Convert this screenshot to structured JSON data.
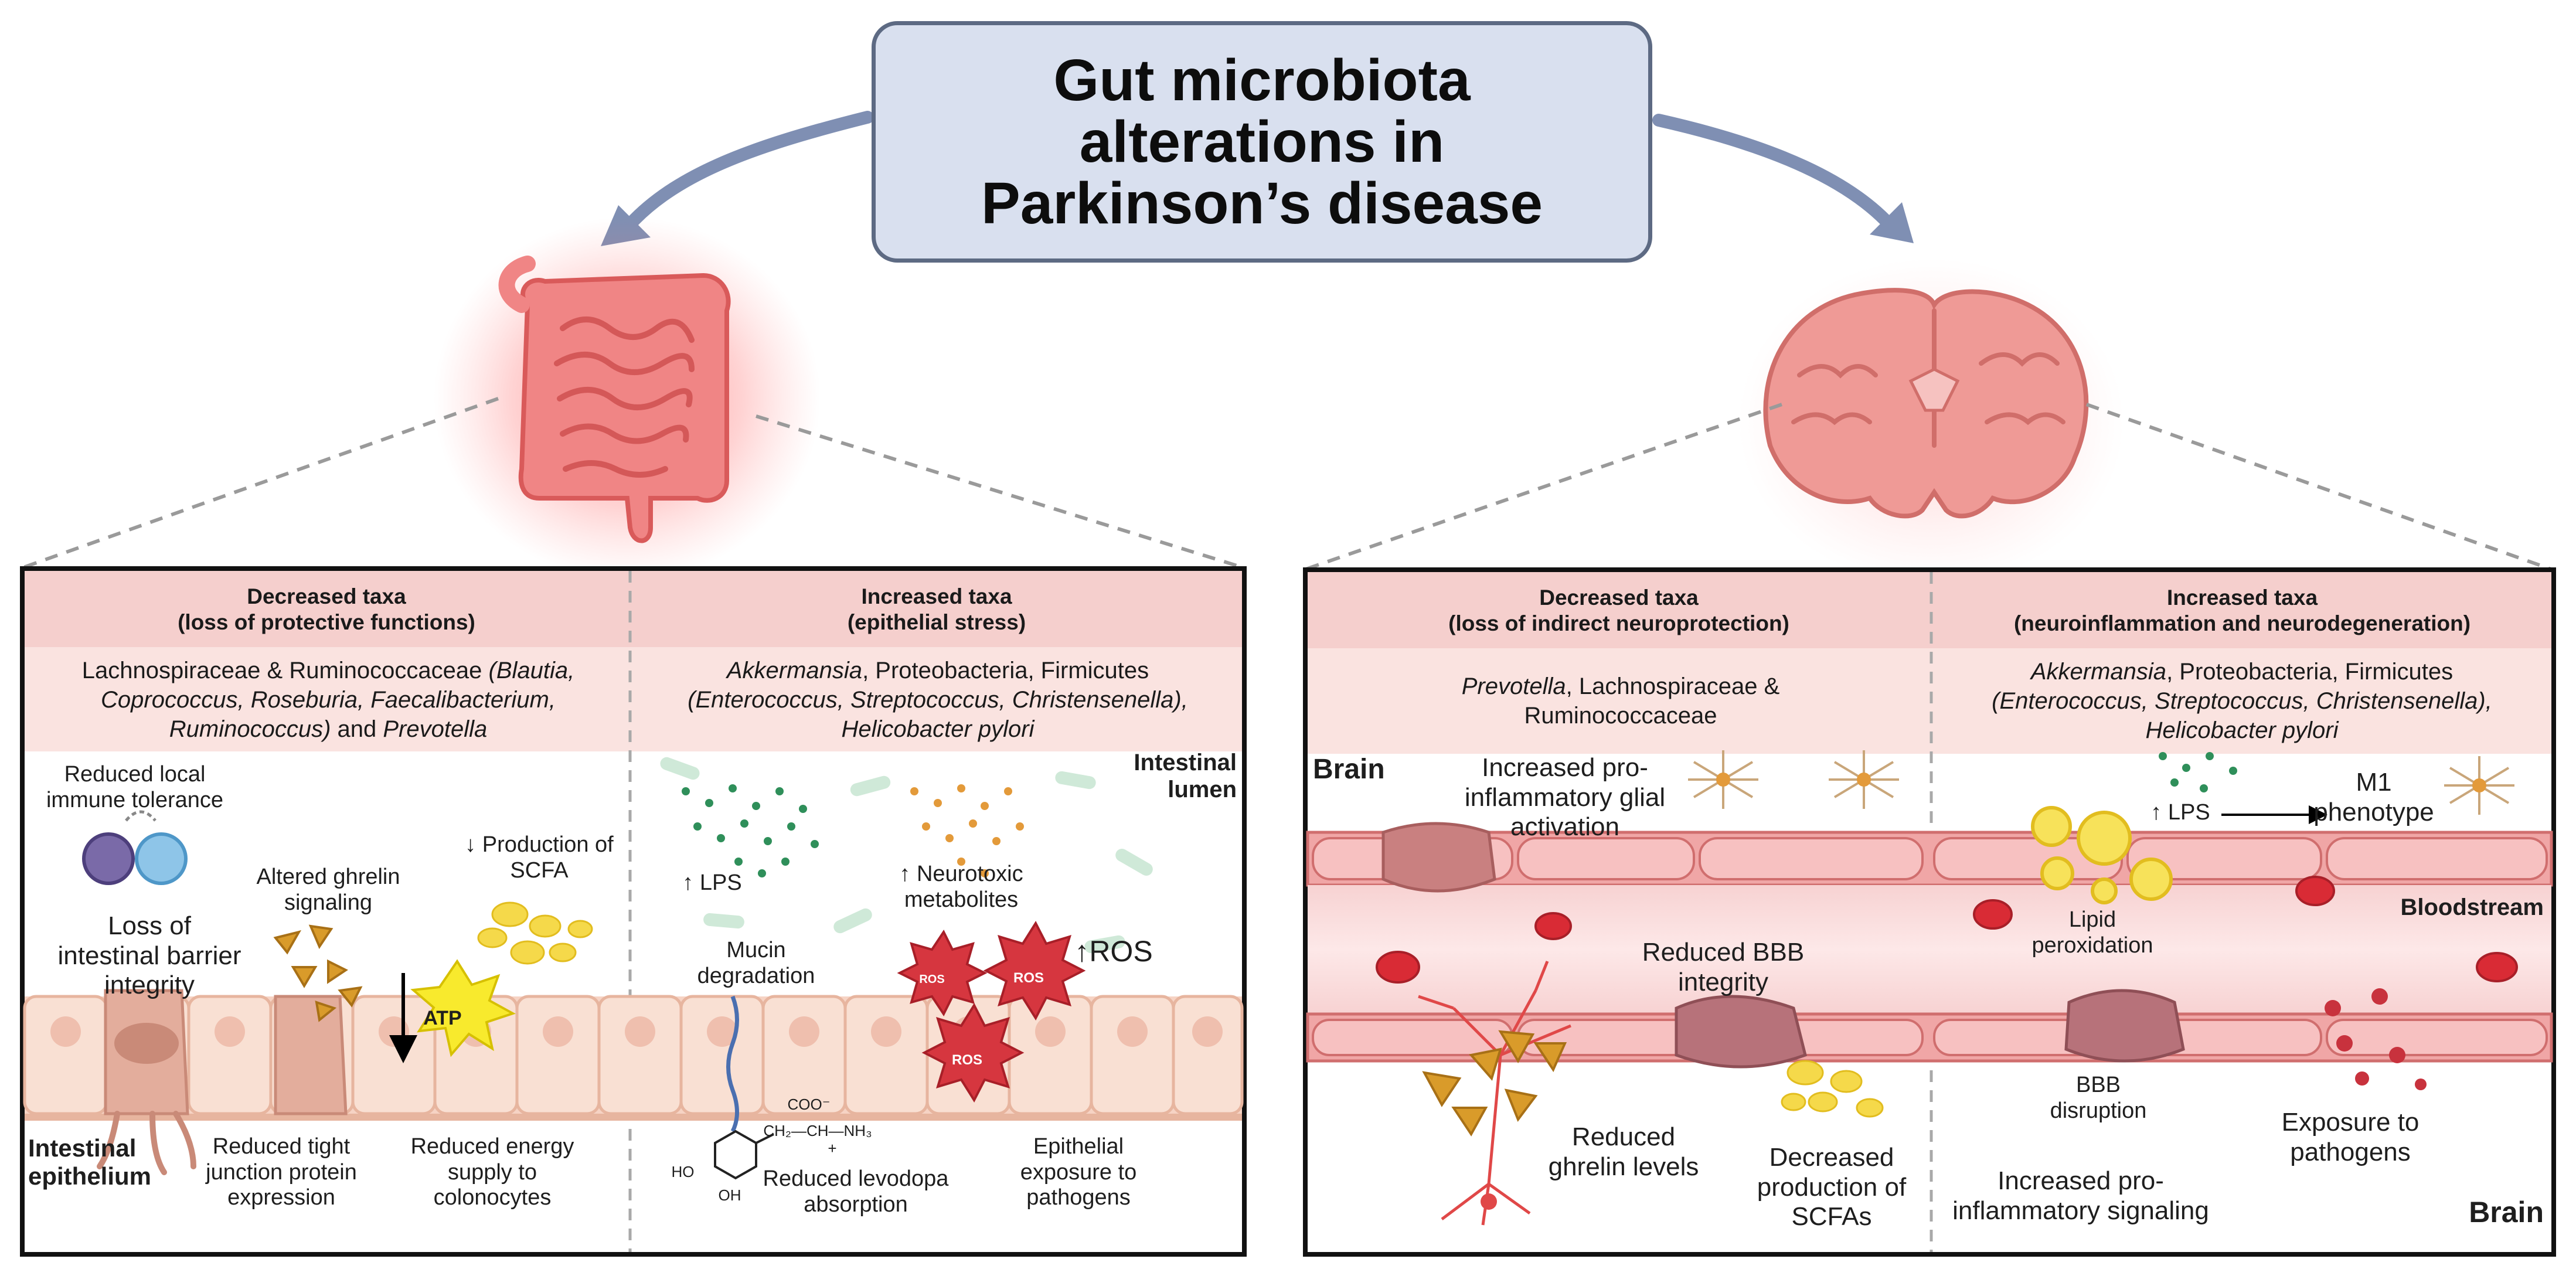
{
  "title": "Gut microbiota\nalterations in\nParkinson’s disease",
  "colors": {
    "accent_blue": "#7f8fb3",
    "header_pink": "#f5cfcd",
    "taxa_pink": "#fae3e0",
    "tissue_red": "#e88c8c",
    "ros_red": "#d6363f",
    "gut_glow": "#ff3b3b",
    "brain_pink": "#e9908b"
  },
  "gut_panel": {
    "decreased": {
      "title": "Decreased taxa",
      "subtitle": "(loss of protective functions)",
      "taxa": {
        "p1": "Lachnospiraceae & Ruminococcaceae ",
        "i1": "(Blautia,",
        "i2": "Coprococcus, Roseburia, Faecalibacterium,",
        "i3": "Ruminococcus)",
        "p2": " and ",
        "i4": "Prevotella"
      }
    },
    "increased": {
      "title": "Increased taxa",
      "subtitle": "(epithelial stress)",
      "taxa": {
        "i1": "Akkermansia",
        "p1": ", Proteobacteria, Firmicutes",
        "i2": "(Enterococcus, Streptococcus, Christensenella),",
        "i3": "Helicobacter pylori"
      }
    },
    "labels": {
      "immune": "Reduced local\nimmune tolerance",
      "barrier": "Loss of\nintestinal barrier\nintegrity",
      "ghrelin": "Altered ghrelin\nsignaling",
      "scfa": "↓ Production of\nSCFA",
      "atp": "ATP",
      "lps": "↑  LPS",
      "neurotoxic": "↑ Neurotoxic\nmetabolites",
      "lumen": "Intestinal\nlumen",
      "mucin": "Mucin\ndegradation",
      "ros_up": "↑ROS",
      "ros": "ROS",
      "coo": "COO⁻",
      "chain": "CH₂—CH—NH₃",
      "plus": "+",
      "oh": "HO",
      "oh2": "OH",
      "epithelium": "Intestinal\nepithelium",
      "tight_junction": "Reduced tight\njunction protein\nexpression",
      "energy": "Reduced energy\nsupply to\ncolonocytes",
      "levodopa": "Reduced levodopa\nabsorption",
      "exposure": "Epithelial\nexposure to\npathogens"
    }
  },
  "brain_panel": {
    "decreased": {
      "title": "Decreased taxa",
      "subtitle": "(loss of indirect neuroprotection)",
      "taxa": {
        "i1": "Prevotella",
        "p1": ", Lachnospiraceae &",
        "p2": "Ruminococcaceae"
      }
    },
    "increased": {
      "title": "Increased taxa",
      "subtitle": "(neuroinflammation and neurodegeneration)",
      "taxa": {
        "i1": "Akkermansia",
        "p1": ", Proteobacteria, Firmicutes",
        "i2": "(Enterococcus, Streptococcus, Christensenella),",
        "i3": "Helicobacter pylori"
      }
    },
    "labels": {
      "brain_top": "Brain",
      "glial": "Increased pro-\ninflammatory glial\nactivation",
      "lps": "↑  LPS",
      "m1": "M1\nphenotype",
      "lipid": "Lipid\nperoxidation",
      "bloodstream": "Bloodstream",
      "bbb": "Reduced BBB\nintegrity",
      "ghrelin": "Reduced\nghrelin levels",
      "scfa": "Decreased\nproduction of\nSCFAs",
      "disruption": "BBB\ndisruption",
      "pathogens": "Exposure to\npathogens",
      "signaling": "Increased pro-\ninflammatory signaling",
      "brain_bottom": "Brain"
    }
  }
}
